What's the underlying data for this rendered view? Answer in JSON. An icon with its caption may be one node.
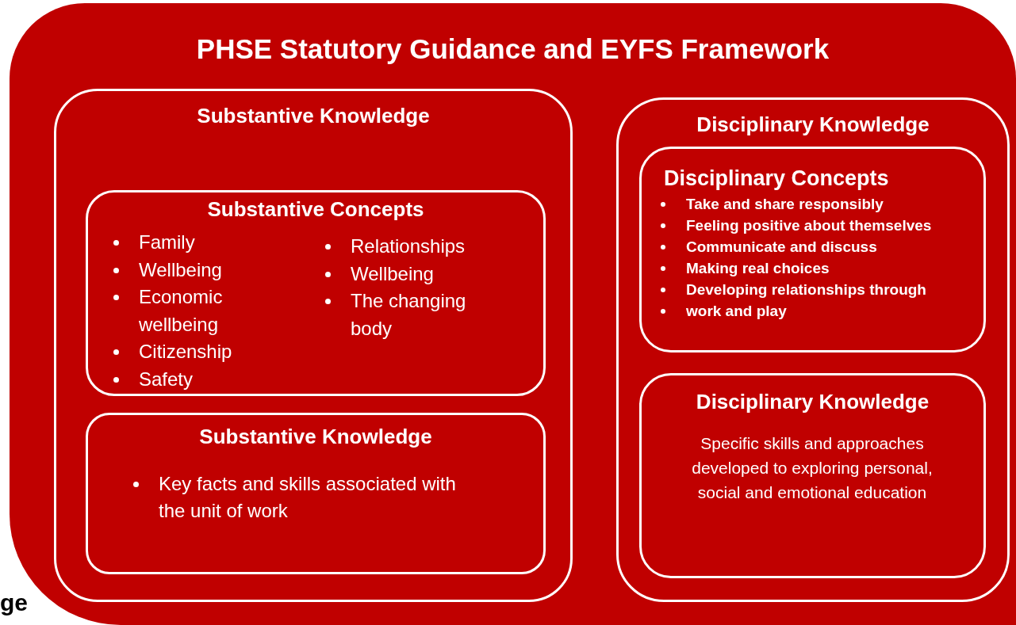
{
  "diagram": {
    "nodes": [
      {
        "text": [
          "PHSE Statutory Guidance and EYFS Framework"
        ]
      },
      {
        "text": [
          "Substantive Knowledge"
        ],
        "in": 0
      },
      {
        "text": [
          "Substantive Concepts",
          "Family",
          "Wellbeing",
          "Economic wellbeing",
          "Citizenship",
          "Safety",
          "Relationships",
          "Wellbeing",
          "The changing body"
        ],
        "in": 1
      },
      {
        "text": [
          "Substantive Knowledge",
          "Key facts and skills associated with the unit of work"
        ],
        "in": 1
      },
      {
        "text": [
          "Disciplinary Knowledge"
        ],
        "in": 0
      },
      {
        "text": [
          "Disciplinary Concepts",
          "Take and share responsibly",
          "Feeling positive about themselves",
          "Communicate and discuss",
          "Making real choices",
          "Developing relationships through",
          "work and play"
        ],
        "in": 4
      },
      {
        "text": [
          "Disciplinary Knowledge",
          "Specific skills and approaches developed to exploring personal, social and emotional education"
        ],
        "in": 4
      }
    ],
    "labels": [
      "ge"
    ]
  }
}
